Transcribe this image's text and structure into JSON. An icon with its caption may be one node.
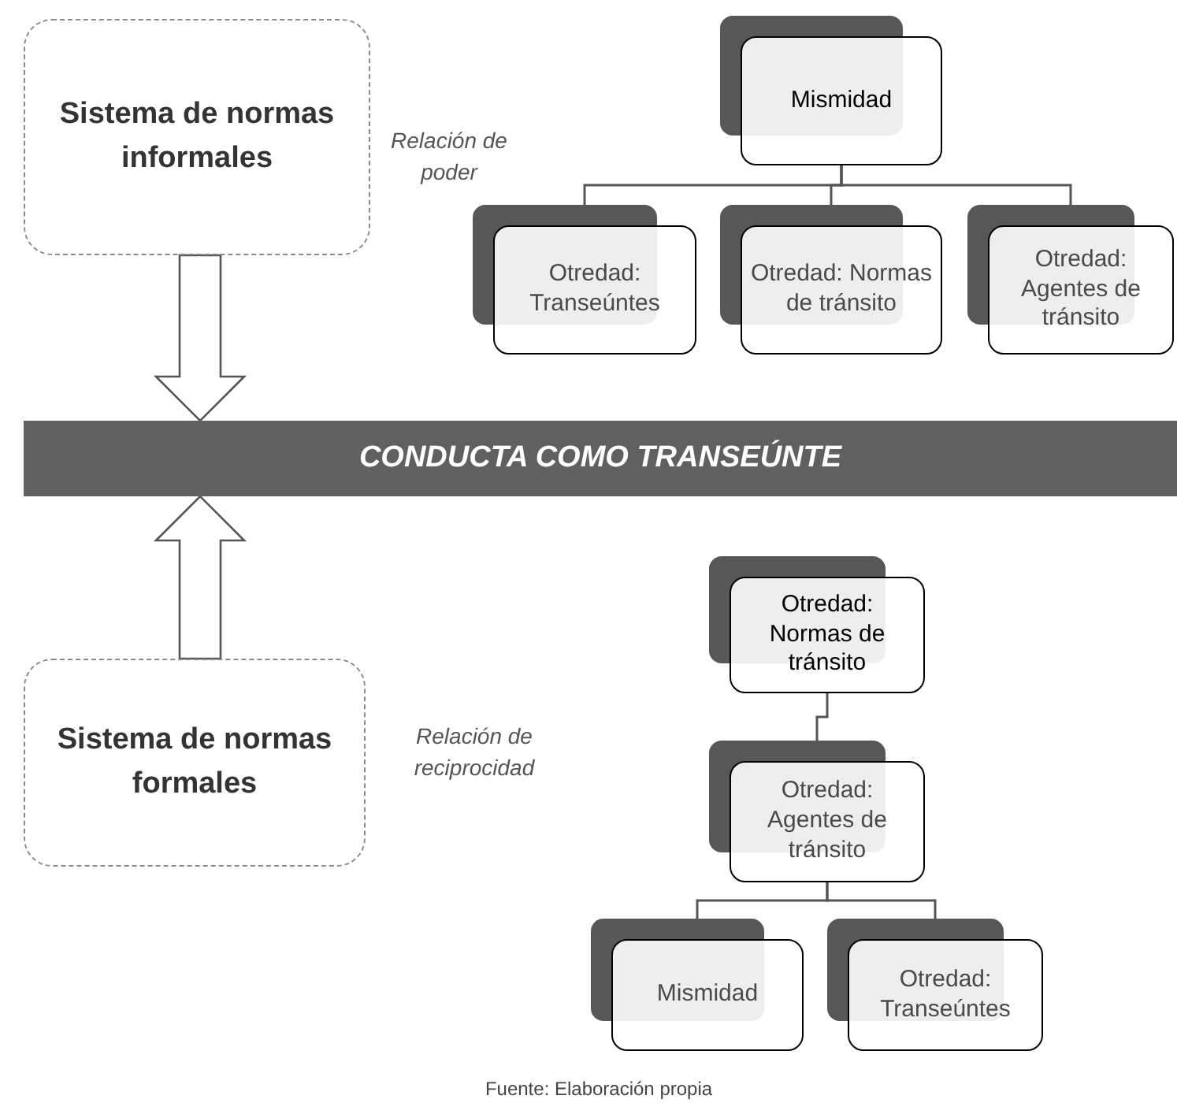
{
  "diagram": {
    "caption": "Fuente: Elaboración propia",
    "nodes": [
      {
        "text": [
          "Sistema de normas informales"
        ],
        "beside": [
          "Relación de poder"
        ]
      },
      {
        "text": [
          "Mismidad"
        ]
      },
      {
        "text": [
          "Otredad: Transeúntes"
        ]
      },
      {
        "text": [
          "Otredad: Normas de tránsito"
        ]
      },
      {
        "text": [
          "Otredad: Agentes de tránsito"
        ]
      },
      {
        "text": [
          "CONDUCTA COMO TRANSEÚNTE"
        ]
      },
      {
        "text": [
          "Sistema de normas formales"
        ],
        "beside": [
          "Relación de reciprocidad"
        ]
      },
      {
        "text": [
          "Otredad: Normas de tránsito"
        ]
      },
      {
        "text": [
          "Otredad: Agentes de tránsito"
        ]
      },
      {
        "text": [
          "Mismidad"
        ]
      },
      {
        "text": [
          "Otredad: Transeúntes"
        ]
      }
    ],
    "edges": [
      {
        "from": 0,
        "to": 5,
        "arrow": "to",
        "style": "thick"
      },
      {
        "from": 1,
        "to": 2,
        "arrow": "none"
      },
      {
        "from": 1,
        "to": 3,
        "arrow": "none"
      },
      {
        "from": 1,
        "to": 4,
        "arrow": "none"
      },
      {
        "from": 6,
        "to": 5,
        "arrow": "to",
        "style": "thick"
      },
      {
        "from": 7,
        "to": 8,
        "arrow": "none"
      },
      {
        "from": 8,
        "to": 9,
        "arrow": "none"
      },
      {
        "from": 8,
        "to": 10,
        "arrow": "none"
      }
    ]
  }
}
